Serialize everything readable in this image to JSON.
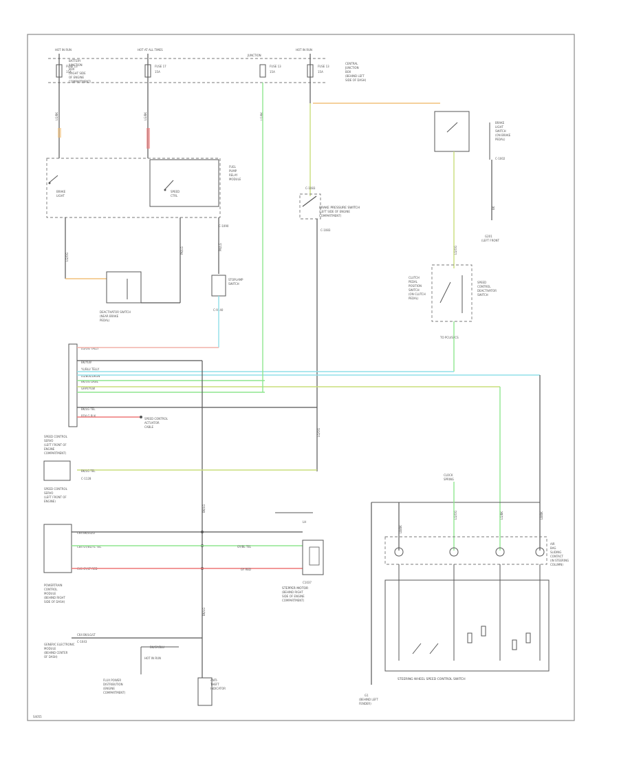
{
  "colors": {
    "background": "#ffffff",
    "frame": "#888888",
    "orange_wire": "#f2c07a",
    "green_wire": "#8ee68e",
    "cyan_wire": "#8fdfe8",
    "yellow_green_wire": "#c9dd7a",
    "red_wire": "#ee7777",
    "pink_wire": "#f2b0a8",
    "gray_wire": "#555555"
  },
  "footer": {
    "code": "S4055"
  },
  "components": {
    "brake_pressure_switch": "BRAKE PRESSURE SWITCH",
    "stepper_motor": "STEPPER MOTOR",
    "steering_wheel_speed_control_switch": "STEERING WHEEL SPEED CONTROL SWITCH"
  }
}
